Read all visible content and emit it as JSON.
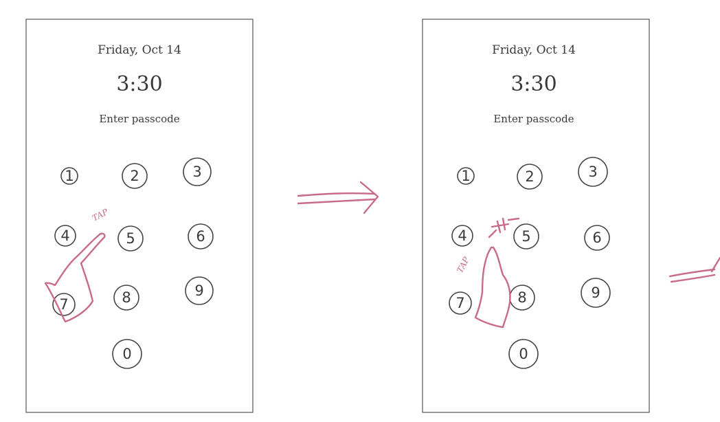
{
  "screens": [
    {
      "date": "Friday, Oct 14",
      "time": "3:30",
      "prompt": "Enter passcode",
      "keys": [
        "1",
        "2",
        "3",
        "4",
        "5",
        "6",
        "7",
        "8",
        "9",
        "0"
      ],
      "annotation": "TAP"
    },
    {
      "date": "Friday, Oct 14",
      "time": "3:30",
      "prompt": "Enter passcode",
      "keys": [
        "1",
        "2",
        "3",
        "4",
        "5",
        "6",
        "7",
        "8",
        "9",
        "0"
      ],
      "annotation": "TAP"
    }
  ],
  "colors": {
    "ink": "#444444",
    "accent": "#c96a8a"
  }
}
